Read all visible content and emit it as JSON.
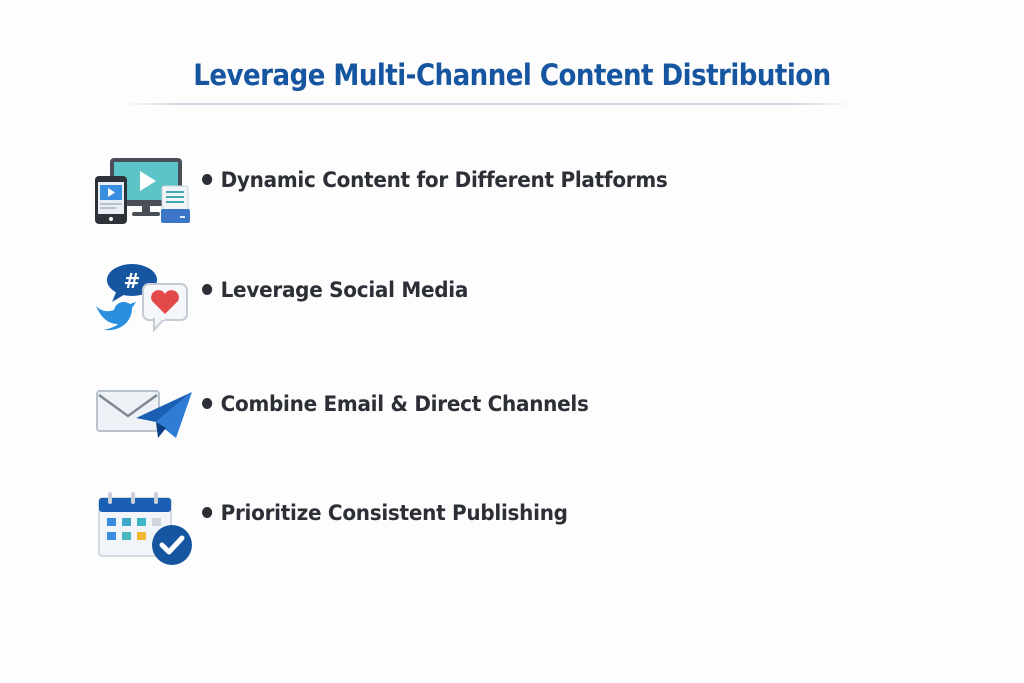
{
  "slide": {
    "title": "Leverage Multi-Channel Content Distribution",
    "colors": {
      "title": "#1656a0",
      "text": "#2c2f36",
      "accent_blue": "#1a5fb4",
      "twitter_blue": "#2a8fde",
      "heart_red": "#e24a4a",
      "teal": "#3fb6b6",
      "yellow": "#f2b632"
    },
    "items": [
      {
        "icon": "multi-device-icon",
        "label": "Dynamic Content for Different Platforms"
      },
      {
        "icon": "social-media-icon",
        "label": "Leverage Social Media"
      },
      {
        "icon": "email-paper-plane-icon",
        "label": "Combine Email & Direct Channels"
      },
      {
        "icon": "calendar-check-icon",
        "label": "Prioritize Consistent Publishing"
      }
    ]
  }
}
